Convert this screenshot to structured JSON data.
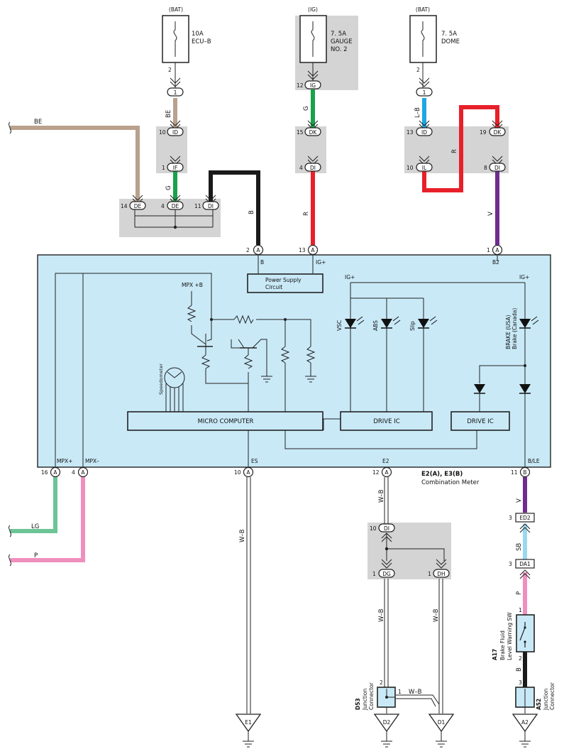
{
  "fuses": [
    {
      "source": "(BAT)",
      "amp": "10A",
      "name1": "ECU–B",
      "name2": "",
      "pin": "2"
    },
    {
      "source": "(IG)",
      "amp": "7. 5A",
      "name1": "GAUGE",
      "name2": "NO. 2",
      "pin": "12"
    },
    {
      "source": "(BAT)",
      "amp": "7. 5A",
      "name1": "DOME",
      "name2": "",
      "pin": "2"
    }
  ],
  "connectors": {
    "c_1a": {
      "num": "",
      "code": "1"
    },
    "c_id10": {
      "num": "10",
      "code": "ID"
    },
    "c_if1": {
      "num": "1",
      "code": "IF"
    },
    "c_de14": {
      "num": "14",
      "code": "DE"
    },
    "c_de4": {
      "num": "4",
      "code": "DE"
    },
    "c_di11": {
      "num": "11",
      "code": "DI"
    },
    "c_ig12": {
      "num": "12",
      "code": "IG"
    },
    "c_dk15": {
      "num": "15",
      "code": "DK"
    },
    "c_di4": {
      "num": "4",
      "code": "DI"
    },
    "c_1b": {
      "num": "",
      "code": "1"
    },
    "c_id13": {
      "num": "13",
      "code": "ID"
    },
    "c_il10": {
      "num": "10",
      "code": "IL"
    },
    "c_dk19": {
      "num": "19",
      "code": "DK"
    },
    "c_di8": {
      "num": "8",
      "code": "DI"
    },
    "c_a2": {
      "num": "2",
      "code": "A"
    },
    "c_a13": {
      "num": "13",
      "code": "A"
    },
    "c_a1": {
      "num": "1",
      "code": "A"
    },
    "c_a16": {
      "num": "16",
      "code": "A"
    },
    "c_a4": {
      "num": "4",
      "code": "A"
    },
    "c_a10": {
      "num": "10",
      "code": "A"
    },
    "c_a12": {
      "num": "12",
      "code": "A"
    },
    "c_b11": {
      "num": "11",
      "code": "B"
    },
    "c_di10": {
      "num": "10",
      "code": "DI"
    },
    "c_dg1": {
      "num": "1",
      "code": "DG"
    },
    "c_dh1": {
      "num": "1",
      "code": "DH"
    }
  },
  "wires": {
    "be_left": "BE",
    "be_vertical": "BE",
    "g_left": "G",
    "b_black": "B",
    "g_mid": "G",
    "r_mid": "R",
    "lb": "L–B",
    "r_right": "R",
    "v_right": "V",
    "lg": "LG",
    "p_left": "P",
    "wb_es": "W–B",
    "wb_e2": "W–B",
    "wb_dg": "W–B",
    "wb_dh": "W–B",
    "wb_d53": "W–B",
    "v_ble": "V",
    "sb": "SB",
    "p_a17": "P",
    "b_a17": "B"
  },
  "meter": {
    "pin_b": "B",
    "pin_igp": "IG+",
    "pin_b2": "B2",
    "pin_mpxp": "MPX+",
    "pin_mpxm": "MPX–",
    "pin_es": "ES",
    "pin_e2": "E2",
    "pin_ble": "B/LE",
    "power_supply_1": "Power Supply",
    "power_supply_2": "Circuit",
    "mpx_b": "MPX +B",
    "speedometer": "Speedometer",
    "igp_1": "IG+",
    "igp_2": "IG+",
    "vsc": "VSC",
    "abs": "ABS",
    "slip": "Slip",
    "brake_1": "BRAKE (USA)",
    "brake_2": "Brake (Canada)",
    "micro_computer": "MICRO COMPUTER",
    "drive_ic_1": "DRIVE IC",
    "drive_ic_2": "DRIVE IC",
    "code": "E2(A), E3(B)",
    "name": "Combination Meter"
  },
  "connector_blocks": {
    "ed2_num": "3",
    "ed2": "ED2",
    "da1_num": "3",
    "da1": "DA1"
  },
  "switch": {
    "code": "A17",
    "name1": "Brake Fluid",
    "name2": "Level Warning SW",
    "pin1": "1",
    "pin2": "2"
  },
  "junctions": {
    "d53_code": "D53",
    "d53_name1": "Junction",
    "d53_name2": "Connector",
    "d53_pin2": "2",
    "d53_pin1": "1",
    "a52_code": "A52",
    "a52_name1": "Junction",
    "a52_name2": "Connector",
    "a52_pin3": "3"
  },
  "grounds": [
    "E1",
    "D2",
    "D1",
    "A2"
  ],
  "wire_colors": {
    "BE": "#b9a18d",
    "G": "#19a24a",
    "B": "#1a1a1a",
    "R": "#e8202a",
    "L-B": "#1ea7e1",
    "V": "#6f2c91",
    "LG": "#6dc496",
    "P": "#ef8fbd",
    "SB": "#9ad8f0",
    "box": "#c9e9f7",
    "gray": "#d4d4d4"
  }
}
